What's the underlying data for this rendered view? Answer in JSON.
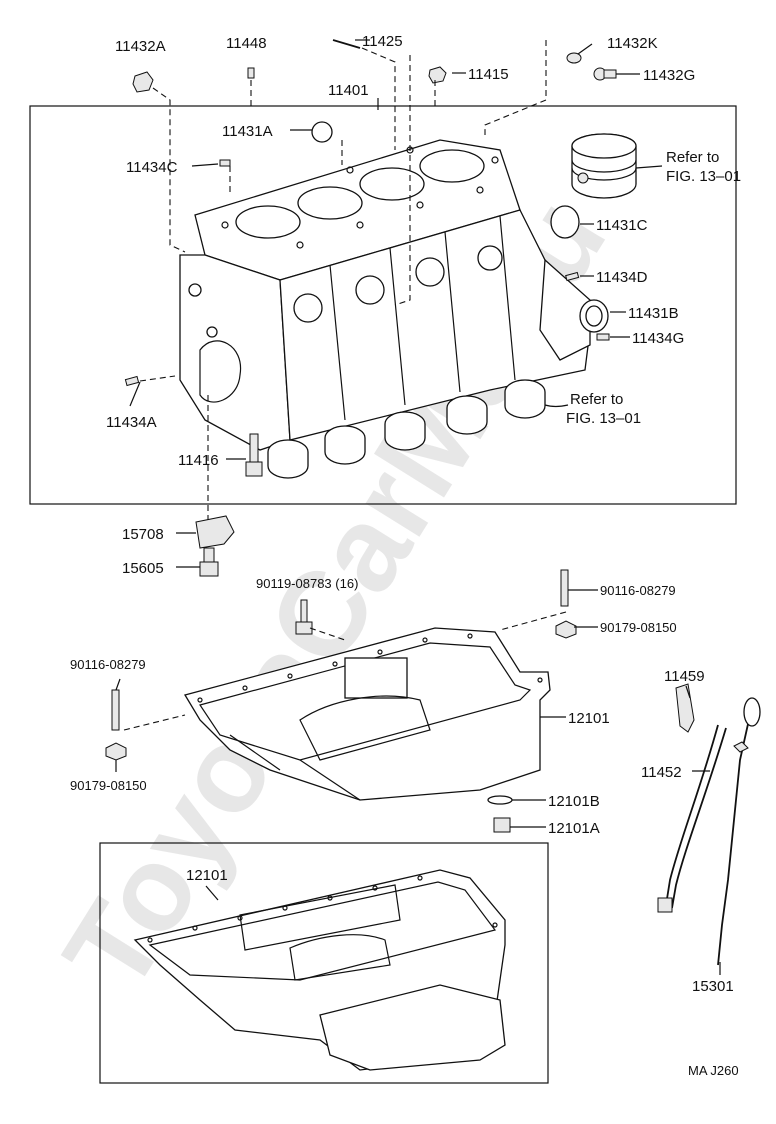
{
  "watermark": "ToyotaCarMe.ru",
  "drawing_code": "MA J260",
  "labels": {
    "p11432A": "11432A",
    "p11448": "11448",
    "p11425": "11425",
    "p11432K": "11432K",
    "p11415": "11415",
    "p11432G": "11432G",
    "p11401": "11401",
    "p11431A": "11431A",
    "p11434C": "11434C",
    "ref1_line1": "Refer to",
    "ref1_line2": "FIG. 13–01",
    "p11431C": "11431C",
    "p11434D": "11434D",
    "p11431B": "11431B",
    "p11434G": "11434G",
    "ref2_line1": "Refer to",
    "ref2_line2": "FIG. 13–01",
    "p11434A": "11434A",
    "p11416": "11416",
    "p15708": "15708",
    "p15605": "15605",
    "p90119": "90119-08783 (16)",
    "p90116_r": "90116-08279",
    "p90179_r": "90179-08150",
    "p90116_l": "90116-08279",
    "p90179_l": "90179-08150",
    "p12101": "12101",
    "p12101B": "12101B",
    "p12101A": "12101A",
    "p11459": "11459",
    "p11452": "11452",
    "p12101_box": "12101",
    "p15301": "15301"
  }
}
